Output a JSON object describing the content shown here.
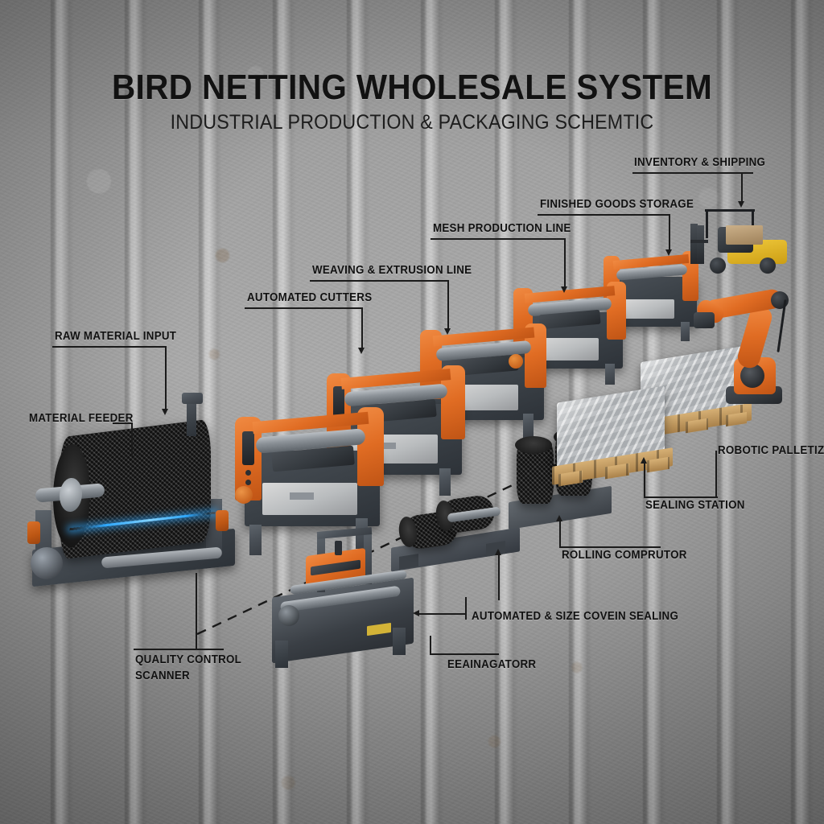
{
  "header": {
    "title": "BIRD NETTING WHOLESALE SYSTEM",
    "subtitle": "INDUSTRIAL PRODUCTION & PACKAGING SCHEMTIC"
  },
  "colors": {
    "machine_orange": "#e06c23",
    "machine_frame_gray": "#4a5057",
    "netting_black": "#232323",
    "wall_gray": "#a2a2a2",
    "forklift_yellow": "#e8bb2a",
    "pallet_wood": "#c9a469",
    "scanner_laser_blue": "#2ea8ff",
    "label_text": "#111111"
  },
  "callouts": [
    {
      "id": "raw-material-input",
      "label": "RAW MATERIAL INPUT"
    },
    {
      "id": "material-feeder",
      "label": "MATERIAL FEEDER"
    },
    {
      "id": "automated-cutters",
      "label": "AUTOMATED CUTTERS"
    },
    {
      "id": "weaving-extrusion-line",
      "label": "WEAVING & EXTRUSION LINE"
    },
    {
      "id": "mesh-production-line",
      "label": "MESH PRODUCTION LINE"
    },
    {
      "id": "finished-goods-storage",
      "label": "FINISHED GOODS STORAGE"
    },
    {
      "id": "inventory-shipping",
      "label": "INVENTORY & SHIPPING"
    },
    {
      "id": "robotic-palletizer",
      "label": "ROBOTIC PALLETIZER"
    },
    {
      "id": "sealing-station",
      "label": "SEALING STATION"
    },
    {
      "id": "rolling-compactor",
      "label": "ROLLING COMPRUTOR"
    },
    {
      "id": "automated-size-sealing",
      "label": "AUTOMATED & SIZE COVEIN SEALING"
    },
    {
      "id": "evaporator",
      "label": "EEAINAGATORR"
    },
    {
      "id": "quality-control-scanner-l1",
      "label": "QUALITY CONTROL"
    },
    {
      "id": "quality-control-scanner-l2",
      "label": "SCANNER"
    }
  ]
}
